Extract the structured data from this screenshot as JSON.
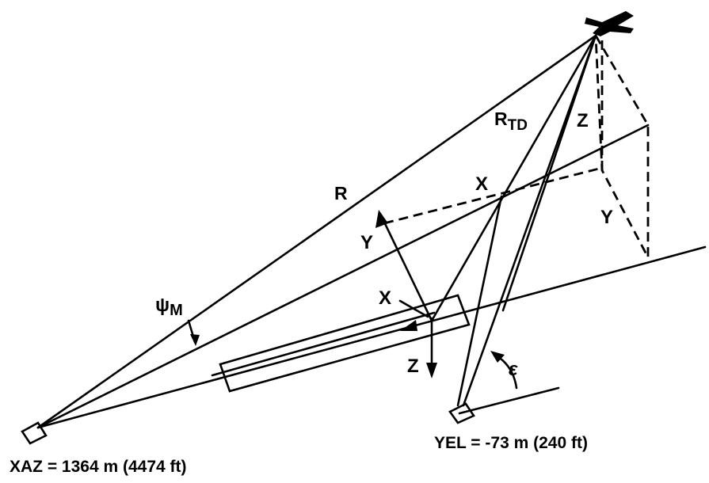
{
  "labels": {
    "r": "R",
    "rtd_main": "R",
    "rtd_sub": "TD",
    "z_upper": "Z",
    "x_upper": "X",
    "y_right": "Y",
    "y_axis": "Y",
    "x_axis": "X",
    "z_axis": "Z",
    "psi_main": "ψ",
    "psi_sub": "M",
    "epsilon": "ε"
  },
  "captions": {
    "xaz": "XAZ = 1364 m (4474 ft)",
    "yel": "YEL = -73 m (240 ft)"
  }
}
